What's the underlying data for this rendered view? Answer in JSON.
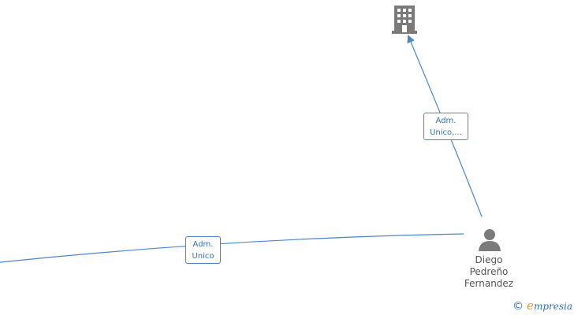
{
  "colors": {
    "edge": "#4a86c8",
    "icon": "#7b7b7b",
    "label_text": "#3a6fb0",
    "brand_blue": "#2f6fb5",
    "brand_orange": "#e39a1b"
  },
  "nodes": {
    "company": {
      "icon": "building-icon"
    },
    "person": {
      "icon": "person-icon",
      "name_lines": [
        "Diego",
        "Pedreño",
        "Fernandez"
      ]
    }
  },
  "edges": [
    {
      "id": "person-to-company",
      "label_lines": [
        "Adm.",
        "Unico,..."
      ]
    },
    {
      "id": "person-to-offscreen-left",
      "label_lines": [
        "Adm.",
        "Unico"
      ]
    }
  ],
  "branding": {
    "symbol": "©",
    "initial": "e",
    "rest": "mpresia"
  }
}
